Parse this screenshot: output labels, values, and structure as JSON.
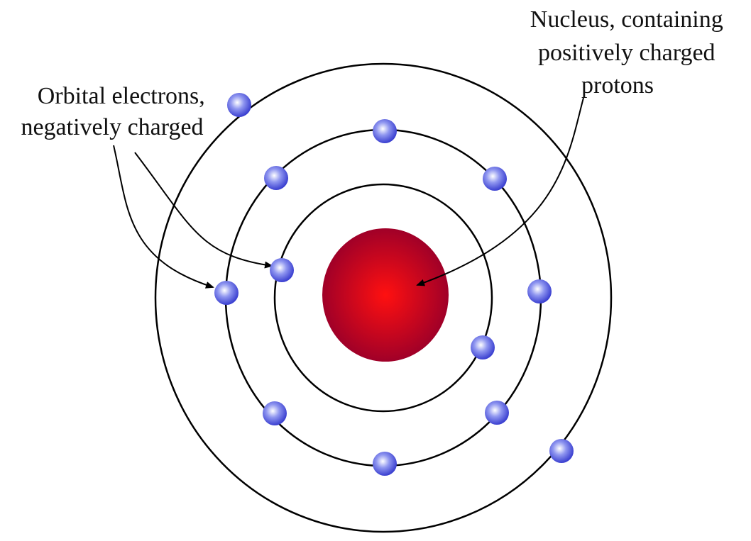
{
  "labels": {
    "nucleus": [
      "Nucleus, containing",
      "positively charged",
      "protons"
    ],
    "electrons": [
      "Orbital electrons,",
      "negatively charged"
    ]
  },
  "colors": {
    "nucleus_center": "#ff1010",
    "nucleus_edge": "#a00028",
    "electron_center": "#ffffff",
    "electron_mid": "#8f96f0",
    "electron_edge": "#3a3fd0",
    "orbit_stroke": "#000000"
  },
  "orbits": {
    "inner": {
      "electrons": 2
    },
    "middle": {
      "electrons": 8
    },
    "outer": {
      "electrons": 2
    }
  }
}
